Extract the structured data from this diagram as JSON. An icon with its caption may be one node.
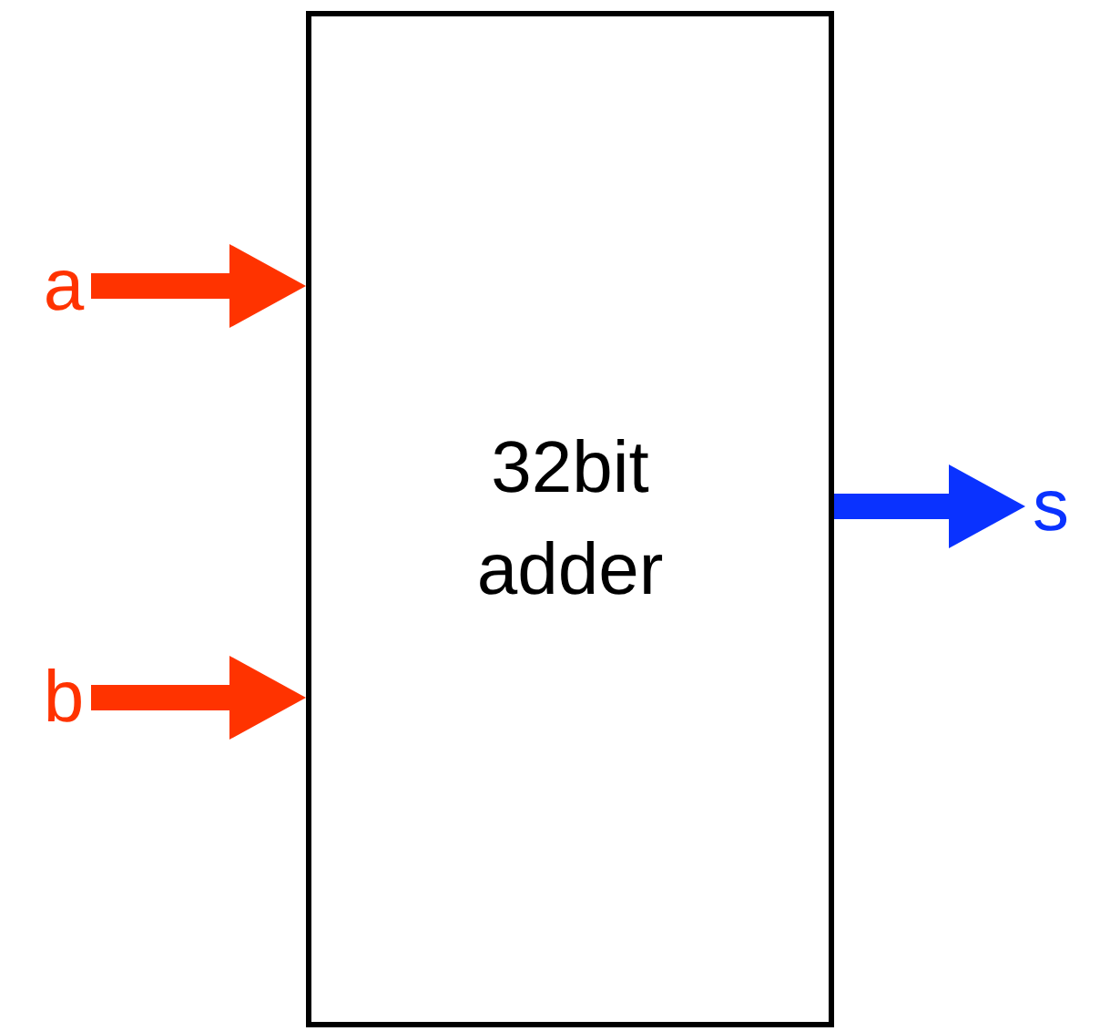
{
  "diagram": {
    "nodes": [
      {
        "text": [
          "a"
        ]
      },
      {
        "text": [
          "b"
        ]
      },
      {
        "text": [
          "32bit adder"
        ]
      },
      {
        "text": [
          "s"
        ]
      }
    ],
    "edges": [
      {
        "from": 0,
        "to": 2,
        "arrow": "to"
      },
      {
        "from": 1,
        "to": 2,
        "arrow": "to"
      },
      {
        "from": 2,
        "to": 3,
        "arrow": "to",
        "color": "#0a32ff"
      }
    ]
  }
}
